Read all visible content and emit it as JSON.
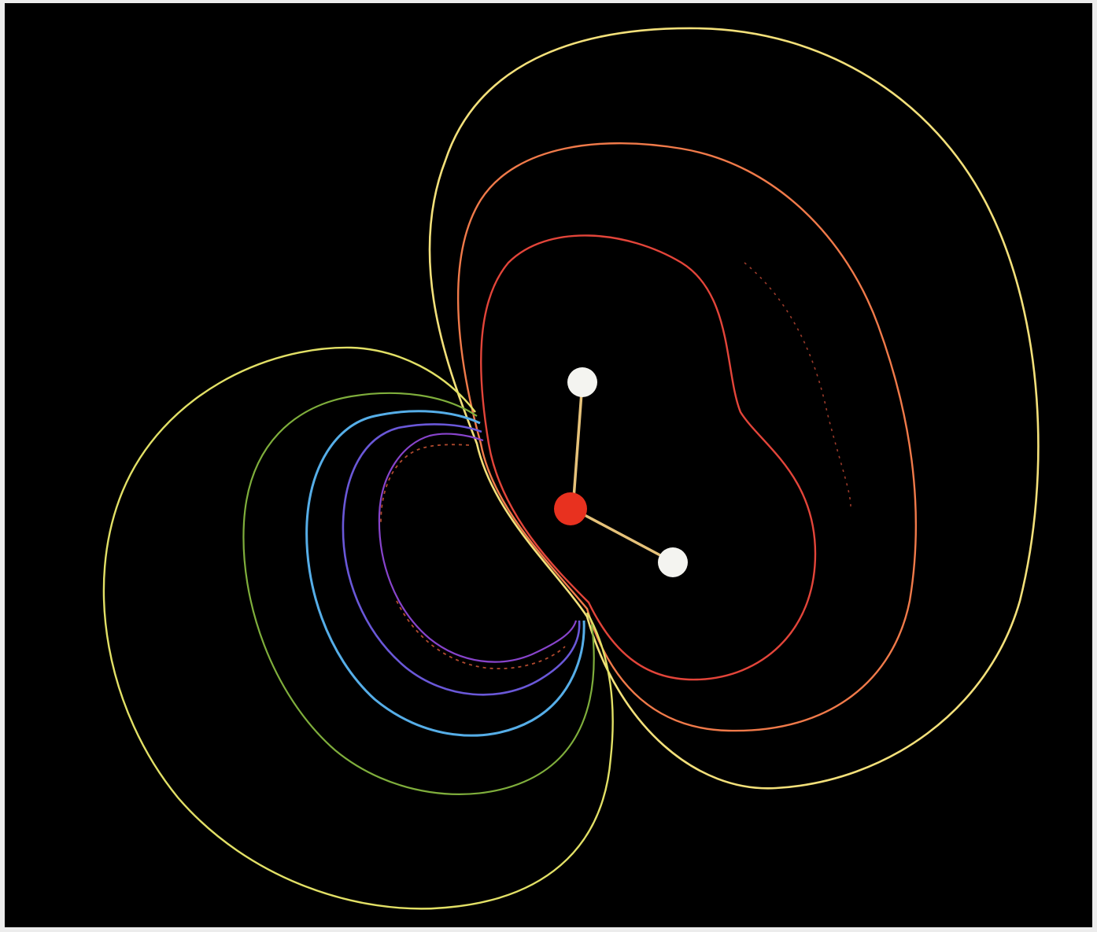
{
  "figure": {
    "background": "#000000",
    "border_color": "#ececec"
  },
  "molecule": {
    "atoms": [
      {
        "element": "O",
        "color": "#e8311f"
      },
      {
        "element": "H",
        "color": "#f4f4f0"
      },
      {
        "element": "H",
        "color": "#f4f4f0"
      }
    ],
    "bond_color": "#e6c27a"
  },
  "contours": {
    "positive_lobe_colors": [
      "#f3e07a",
      "#f07a4a",
      "#e3453a",
      "#9a3a2a"
    ],
    "negative_lobe_colors": [
      "#e2e066",
      "#7fae3c",
      "#56aee8",
      "#6a58d8",
      "#8844cc",
      "#b0492e"
    ]
  }
}
